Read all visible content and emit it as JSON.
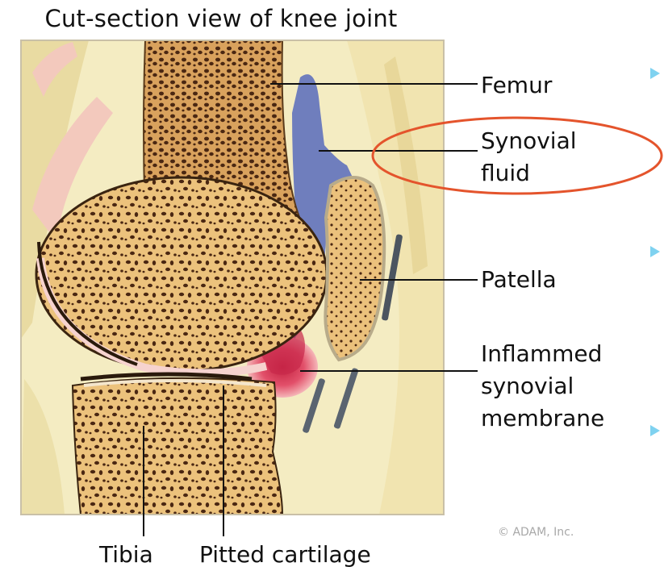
{
  "title": "Cut-section view of knee joint",
  "labels": {
    "femur": "Femur",
    "synovial_fluid_line1": "Synovial",
    "synovial_fluid_line2": "fluid",
    "patella": "Patella",
    "inflamed_line1": "Inflammed",
    "inflamed_line2": "synovial",
    "inflamed_line3": "membrane",
    "tibia": "Tibia",
    "pitted_cartilage": "Pitted cartilage"
  },
  "copyright": "© ADAM, Inc.",
  "colors": {
    "bone": "#ecc27c",
    "pores": "#4a2712",
    "fluid": "#6f7ebd",
    "inflamed": "#e2506a",
    "highlight_ellipse": "#e4542c",
    "arrow": "#7fd2f0"
  }
}
